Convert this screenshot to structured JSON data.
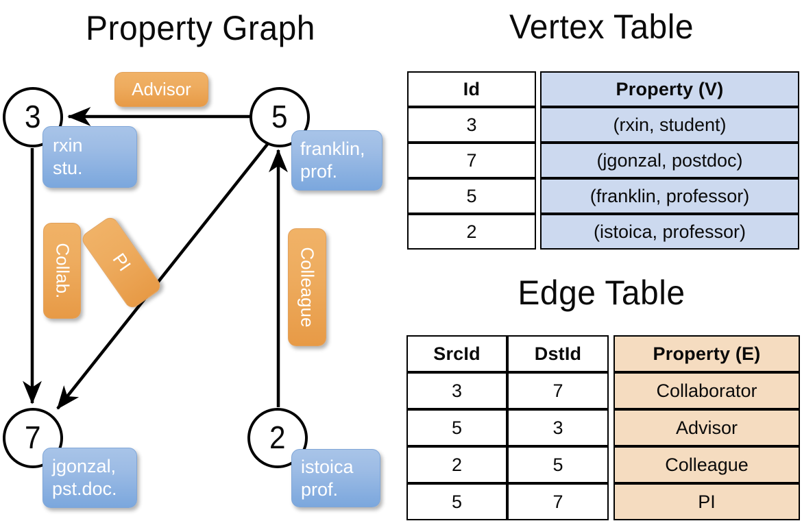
{
  "titles": {
    "property_graph": "Property Graph",
    "vertex_table": "Vertex Table",
    "edge_table": "Edge Table"
  },
  "graph": {
    "vertices": [
      {
        "id": "3",
        "label": "rxin\nstu."
      },
      {
        "id": "5",
        "label": "franklin,\nprof."
      },
      {
        "id": "7",
        "label": "jgonzal,\npst.doc."
      },
      {
        "id": "2",
        "label": "istoica\nprof."
      }
    ],
    "edge_labels": {
      "advisor": "Advisor",
      "collab": "Collab.",
      "pi": "PI",
      "colleague": "Colleague"
    },
    "colors": {
      "vertex_pill": "#9dbce5",
      "edge_pill": "#eeac5f",
      "stroke": "#000000",
      "circle_fill": "#ffffff"
    }
  },
  "vertex_table": {
    "columns": [
      "Id",
      "Property (V)"
    ],
    "rows": [
      {
        "id": "3",
        "property": "(rxin, student)"
      },
      {
        "id": "7",
        "property": "(jgonzal, postdoc)"
      },
      {
        "id": "5",
        "property": "(franklin, professor)"
      },
      {
        "id": "2",
        "property": "(istoica, professor)"
      }
    ],
    "property_col_color": "#ccd9ef"
  },
  "edge_table": {
    "columns": [
      "SrcId",
      "DstId",
      "Property (E)"
    ],
    "rows": [
      {
        "src": "3",
        "dst": "7",
        "property": "Collaborator"
      },
      {
        "src": "5",
        "dst": "3",
        "property": "Advisor"
      },
      {
        "src": "2",
        "dst": "5",
        "property": "Colleague"
      },
      {
        "src": "5",
        "dst": "7",
        "property": "PI"
      }
    ],
    "property_col_color": "#f5dcc0"
  }
}
